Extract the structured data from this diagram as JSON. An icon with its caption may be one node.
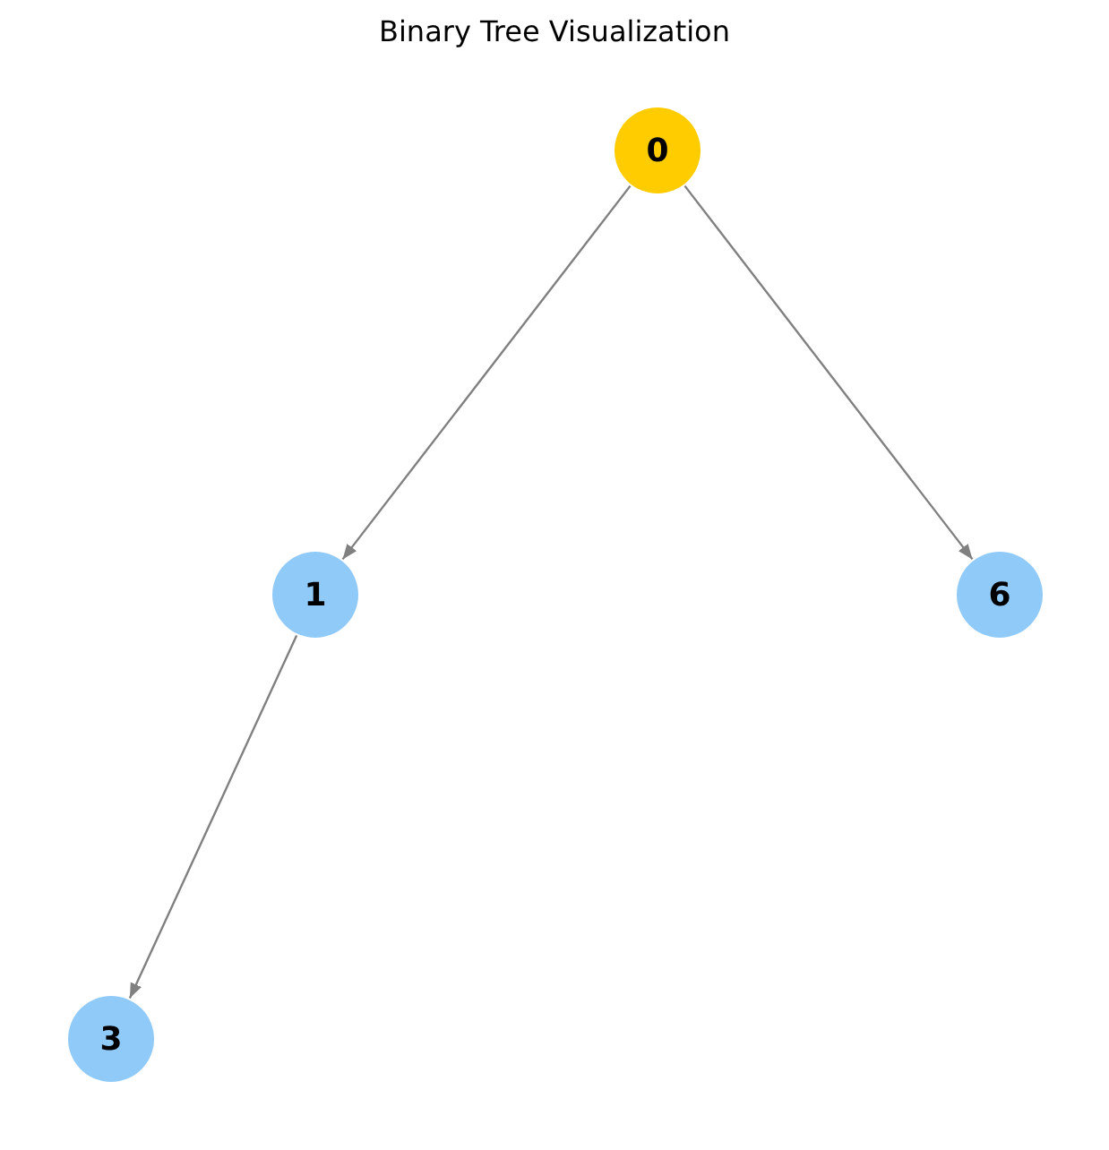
{
  "diagram": {
    "title": "Binary Tree Visualization",
    "nodes": [
      {
        "text": [
          "0"
        ]
      },
      {
        "text": [
          "1"
        ]
      },
      {
        "text": [
          "6"
        ]
      },
      {
        "text": [
          "3"
        ]
      }
    ],
    "edges": [
      {
        "from": 0,
        "to": 1,
        "arrow": "to"
      },
      {
        "from": 0,
        "to": 2,
        "arrow": "to"
      },
      {
        "from": 1,
        "to": 3,
        "arrow": "to"
      }
    ]
  }
}
